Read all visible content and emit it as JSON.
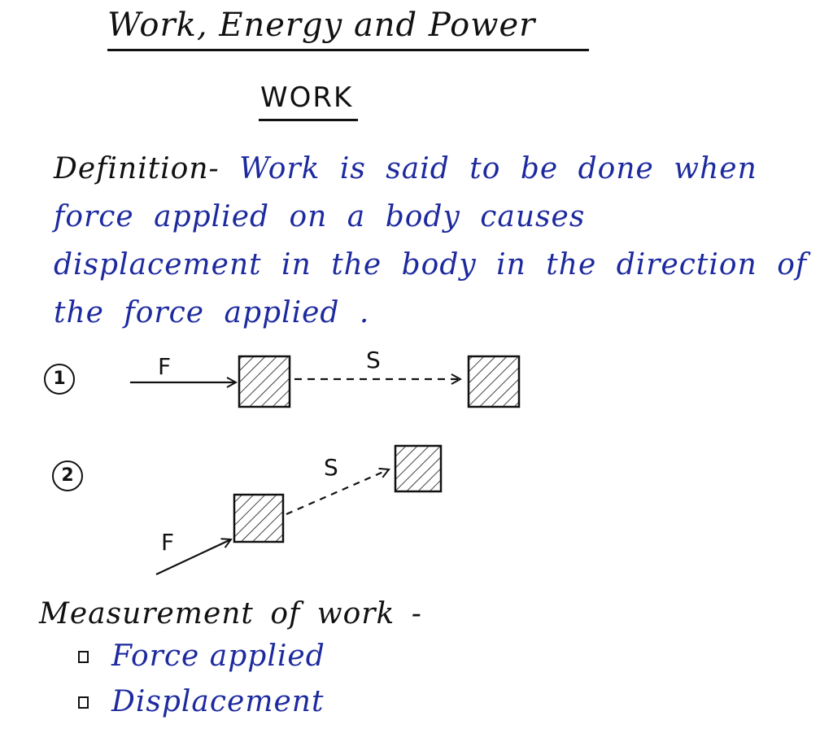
{
  "title": "Work, Energy and Power",
  "section": "WORK",
  "definition": {
    "label": "Definition-",
    "text": "Work is said to be done when force applied on a body causes displacement in the body in the direction of the force applied ."
  },
  "diagrams": [
    {
      "number": "1",
      "force_label": "F",
      "displacement_label": "S"
    },
    {
      "number": "2",
      "force_label": "F",
      "displacement_label": "S"
    }
  ],
  "measurement": {
    "heading": "Measurement of work -",
    "items": [
      "Force applied",
      "Displacement"
    ]
  },
  "colors": {
    "ink_black": "#111111",
    "ink_blue": "#1d2a9e"
  }
}
